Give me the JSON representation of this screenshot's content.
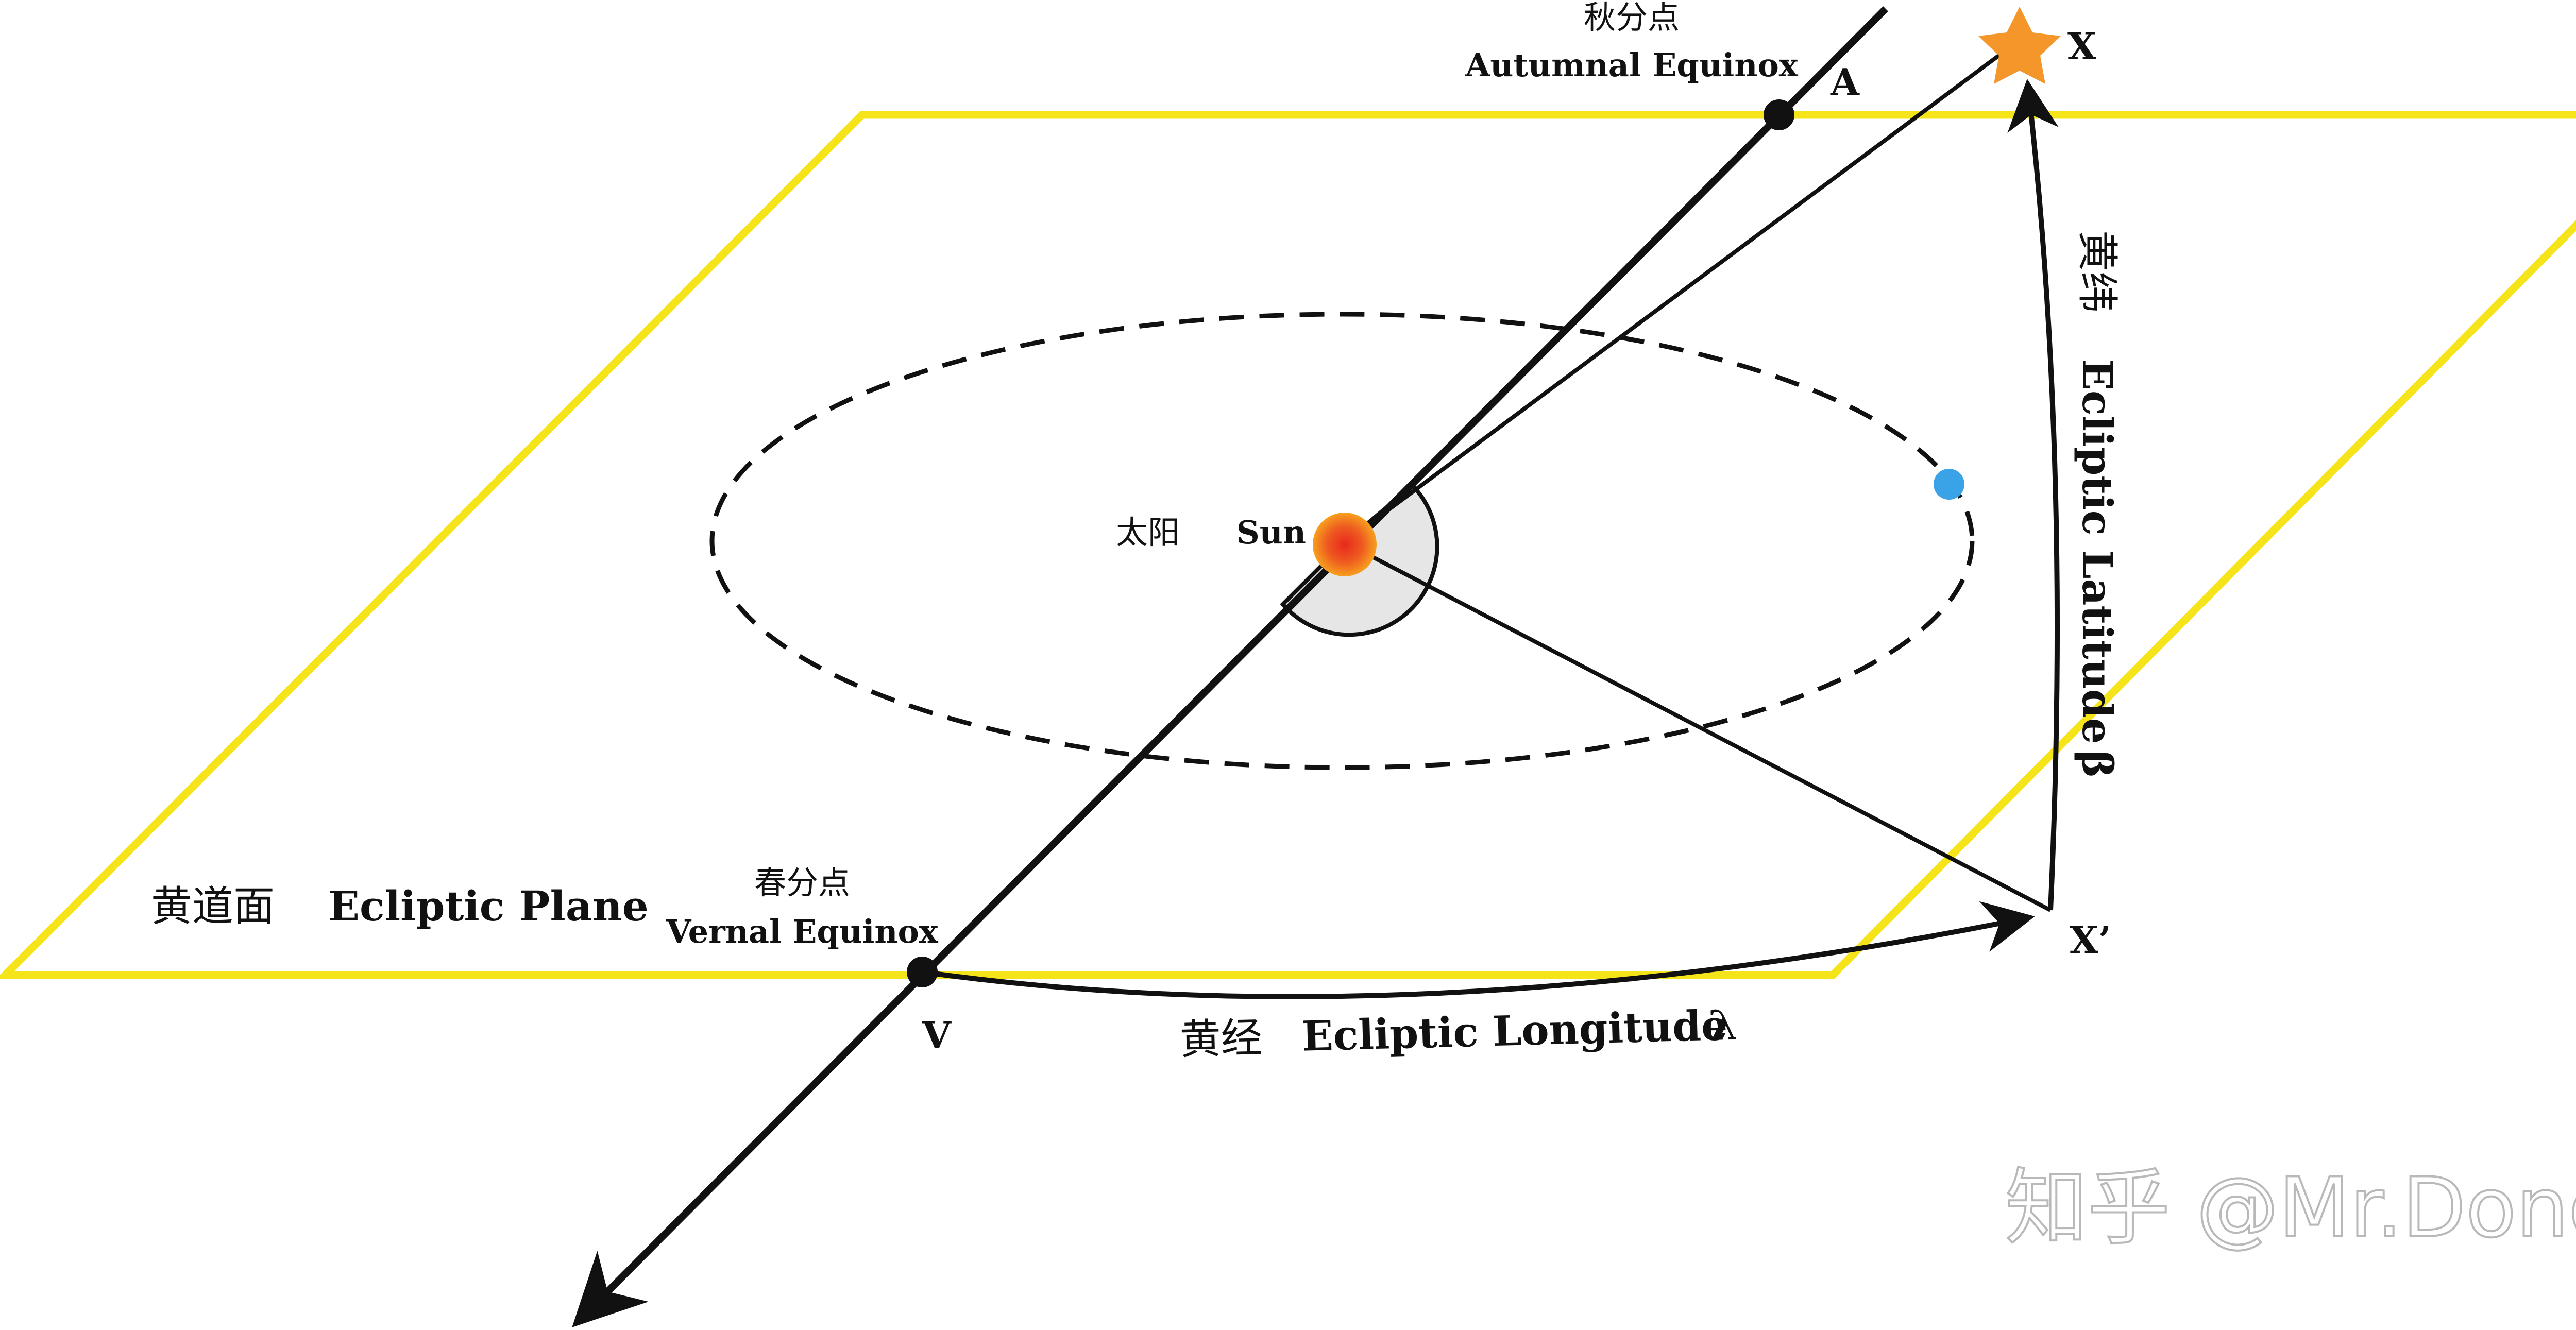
{
  "labels": {
    "autumnal_cn": "秋分点",
    "autumnal_en": "Autumnal  Equinox",
    "point_a": "A",
    "point_x": "X",
    "point_x_prime": "X’",
    "point_v": "V",
    "sun_cn": "太阳",
    "sun_en": "Sun",
    "plane_cn": "黄道面",
    "plane_en": "Ecliptic Plane",
    "vernal_cn": "春分点",
    "vernal_en": "Vernal Equinox",
    "longitude_cn": "黄经",
    "longitude_en": "Ecliptic Longitude",
    "lambda": "λ",
    "latitude_cn": "黄纬",
    "latitude_en": "Ecliptic Latitude",
    "beta": "β"
  },
  "watermark": "知乎 @Mr.Dong",
  "colors": {
    "ecliptic_plane": "#f5e41a",
    "star": "#f5962a",
    "sun_core": "#e8291c",
    "sun_edge": "#f7a01e",
    "planet": "#3aa3e8",
    "angle_fill": "#e6e6e6",
    "line": "#111111"
  },
  "icons": {
    "star": "star-icon",
    "sun": "sun-icon",
    "planet": "planet-icon"
  }
}
